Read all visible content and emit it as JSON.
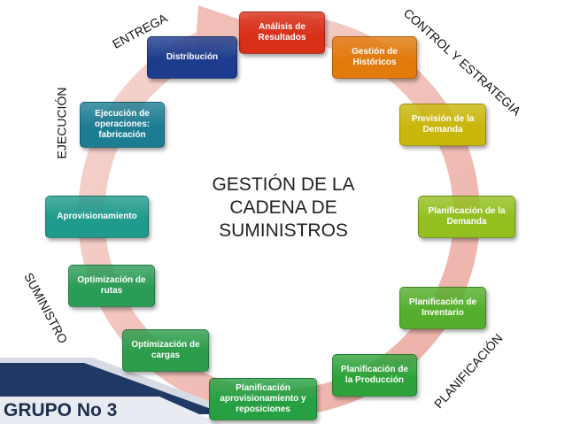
{
  "center_title": "GESTIÓN DE LA\nCADENA DE\nSUMINISTROS",
  "phases": {
    "entrega": "ENTREGA",
    "control": "CONTROL Y ESTRATEGIA",
    "ejecucion": "EJECUCIÓN",
    "suministro": "SUMINISTRO",
    "planificacion": "PLANIFICACIÓN"
  },
  "steps": [
    {
      "label": "Análisis de\nResultados",
      "color": "#d9301a"
    },
    {
      "label": "Gestión de\nHistóricos",
      "color": "#e27a0c"
    },
    {
      "label": "Previsión de la\nDemanda",
      "color": "#c9b70c"
    },
    {
      "label": "Planificación de la\nDemanda",
      "color": "#93bf1f"
    },
    {
      "label": "Planificación de\nInventario",
      "color": "#55ae2c"
    },
    {
      "label": "Planificación de\nla Producción",
      "color": "#2ea33b"
    },
    {
      "label": "Planificación\naprovisionamiento y\nreposiciones",
      "color": "#26a042"
    },
    {
      "label": "Optimización de\ncargas",
      "color": "#2a9c4a"
    },
    {
      "label": "Optimización de\nrutas",
      "color": "#2b9c57"
    },
    {
      "label": "Aprovisionamiento",
      "color": "#1f9a8c"
    },
    {
      "label": "Ejecución de\noperaciones:\nfabricación",
      "color": "#1c7c92"
    },
    {
      "label": "Distribución",
      "color": "#1d3c8e"
    }
  ],
  "footer": "GRUPO No 3",
  "colors": {
    "ring": "#f2c3bd",
    "footer_text": "#1d2f4d",
    "footer_band": "#1f3864"
  }
}
